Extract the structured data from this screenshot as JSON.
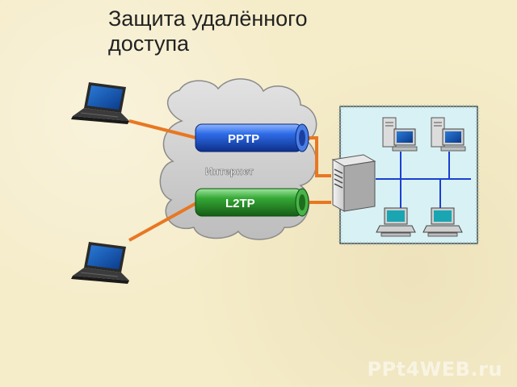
{
  "title": "Защита удалённого доступа",
  "cloud": {
    "label": "Интернет"
  },
  "tunnels": [
    {
      "label": "PPTP",
      "color": "#1f5fd6"
    },
    {
      "label": "L2TP",
      "color": "#2e9a2e"
    }
  ],
  "link_color": "#e87722",
  "lan_color": "#1a3fd1",
  "watermark": "PPt4WEB.ru"
}
